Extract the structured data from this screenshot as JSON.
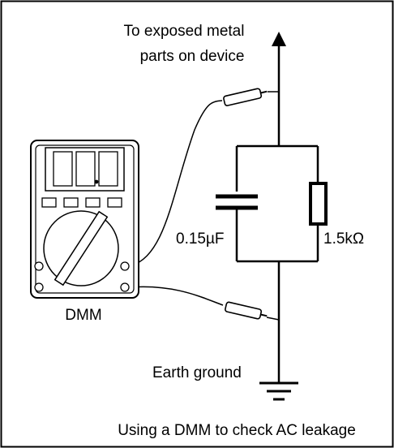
{
  "top_label": {
    "line1": "To exposed metal",
    "line2": "parts on device"
  },
  "components": {
    "capacitor_label": "0.15µF",
    "resistor_label": "1.5kΩ"
  },
  "meter": {
    "label": "DMM"
  },
  "ground_label": "Earth ground",
  "caption": "Using a DMM to check AC leakage"
}
